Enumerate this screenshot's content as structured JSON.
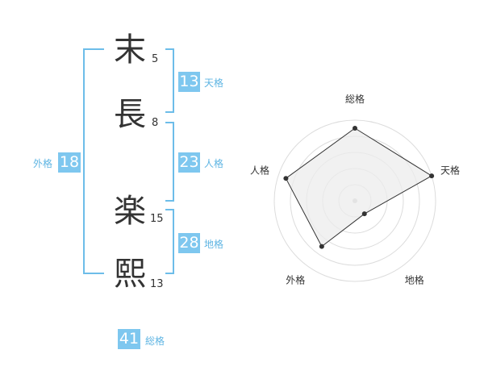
{
  "name": {
    "characters": [
      {
        "char": "末",
        "strokes": "5"
      },
      {
        "char": "長",
        "strokes": "8"
      },
      {
        "char": "楽",
        "strokes": "15"
      },
      {
        "char": "熙",
        "strokes": "13"
      }
    ]
  },
  "kakusu": {
    "tenkaku": {
      "value": "13",
      "label": "天格"
    },
    "jinkaku": {
      "value": "23",
      "label": "人格"
    },
    "chikaku": {
      "value": "28",
      "label": "地格"
    },
    "gaikaku": {
      "value": "18",
      "label": "外格"
    },
    "soukaku": {
      "value": "41",
      "label": "総格"
    }
  },
  "colors": {
    "accent": "#7ec7ef",
    "bracket": "#6dbde9",
    "label": "#5fb5e3"
  },
  "chart_data": {
    "type": "radar",
    "axes": [
      "総格",
      "天格",
      "地格",
      "外格",
      "人格"
    ],
    "scale": {
      "min": 0,
      "max": 5,
      "rings": 5
    },
    "values": [
      4.5,
      5,
      1,
      3.5,
      4.5
    ],
    "fill": "#ececec",
    "stroke": "#333333"
  }
}
